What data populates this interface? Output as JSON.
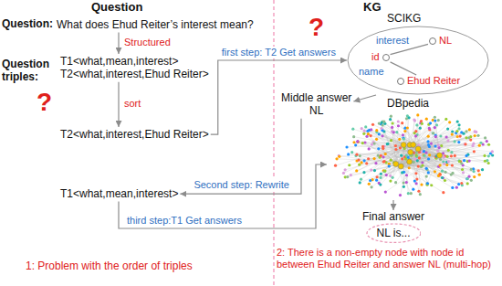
{
  "diagram": {
    "nodes": [
      {
        "text": [
          "What does Ehud Reiter’s interest mean?"
        ]
      },
      {
        "text": [
          "T1<what,mean,interest>",
          "T2<what,interest,Ehud Reiter>"
        ]
      },
      {
        "text": [
          "T2<what,interest,Ehud Reiter>"
        ]
      },
      {
        "text": [
          "T1<what,mean,interest>"
        ]
      },
      {
        "text": [
          "SCIKG"
        ]
      },
      {
        "text": [
          "NL"
        ],
        "in": 4
      },
      {
        "text": [
          "id"
        ],
        "in": 4
      },
      {
        "text": [
          "Ehud Reiter"
        ],
        "in": 4
      },
      {
        "text": [
          "Middle answer",
          "NL"
        ]
      },
      {
        "text": [
          "DBpedia"
        ]
      },
      {
        "text": [
          "Final answer",
          "NL is..."
        ]
      }
    ],
    "edges": [
      {
        "from": 0,
        "to": 1,
        "label": "Structured",
        "arrow": "to"
      },
      {
        "from": 1,
        "to": 2,
        "label": "sort",
        "arrow": "to"
      },
      {
        "from": 2,
        "to": 4,
        "label": "first step: T2 Get answers",
        "arrow": "to"
      },
      {
        "from": 6,
        "to": 5,
        "label": "interest",
        "arrow": "none"
      },
      {
        "from": 6,
        "to": 7,
        "label": "name",
        "arrow": "none"
      },
      {
        "from": 4,
        "to": 8,
        "arrow": "to"
      },
      {
        "from": 8,
        "to": 3,
        "label": "Second step: Rewrite",
        "arrow": "to"
      },
      {
        "from": 3,
        "to": 9,
        "label": "third step:T1 Get answers",
        "arrow": "to"
      },
      {
        "from": 9,
        "to": 10,
        "arrow": "to"
      }
    ],
    "labels": [
      "Question",
      "KG",
      "Question:",
      "Question triples:",
      "?",
      "?",
      "1: Problem with the order of triples",
      "2: There is a non-empty node with node id between Ehud Reiter and answer NL (multi-hop)"
    ]
  }
}
